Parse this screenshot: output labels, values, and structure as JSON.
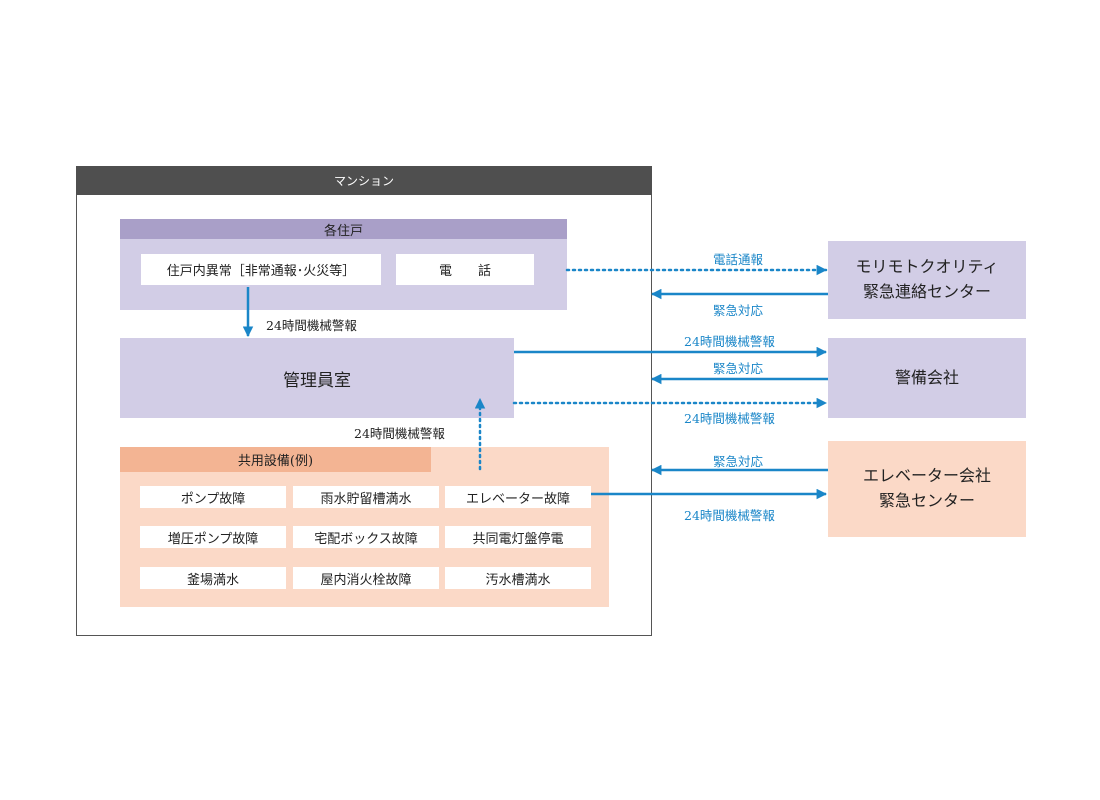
{
  "mansion": {
    "title": "マンション"
  },
  "units": {
    "title": "各住戸",
    "abnormal": "住戸内異常［非常通報･火災等］",
    "phone": "電　　話"
  },
  "office": {
    "label": "管理員室"
  },
  "facilities": {
    "title": "共用設備(例)",
    "items": [
      "ポンプ故障",
      "雨水貯留槽満水",
      "エレベーター故障",
      "増圧ポンプ故障",
      "宅配ボックス故障",
      "共同電灯盤停電",
      "釜場満水",
      "屋内消火栓故障",
      "汚水槽満水"
    ]
  },
  "external": {
    "morimoto": {
      "line1": "モリモトクオリティ",
      "line2": "緊急連絡センター"
    },
    "security": {
      "label": "警備会社"
    },
    "elevator": {
      "line1": "エレベーター会社",
      "line2": "緊急センター"
    }
  },
  "labels": {
    "units_to_office": "24時間機械警報",
    "facility_to_office": "24時間機械警報",
    "phone_call": "電話通報",
    "morimoto_response": "緊急対応",
    "office_alarm_solid": "24時間機械警報",
    "security_response": "緊急対応",
    "office_alarm_dotted": "24時間機械警報",
    "elevator_response": "緊急対応",
    "elevator_alarm": "24時間機械警報"
  },
  "colors": {
    "arrow": "#1a86c8",
    "header_dark": "#4f4f4f",
    "purple_light": "#d2cde6",
    "purple_header": "#a99fc8",
    "peach_light": "#fbd9c7",
    "peach_header": "#f3b493"
  }
}
